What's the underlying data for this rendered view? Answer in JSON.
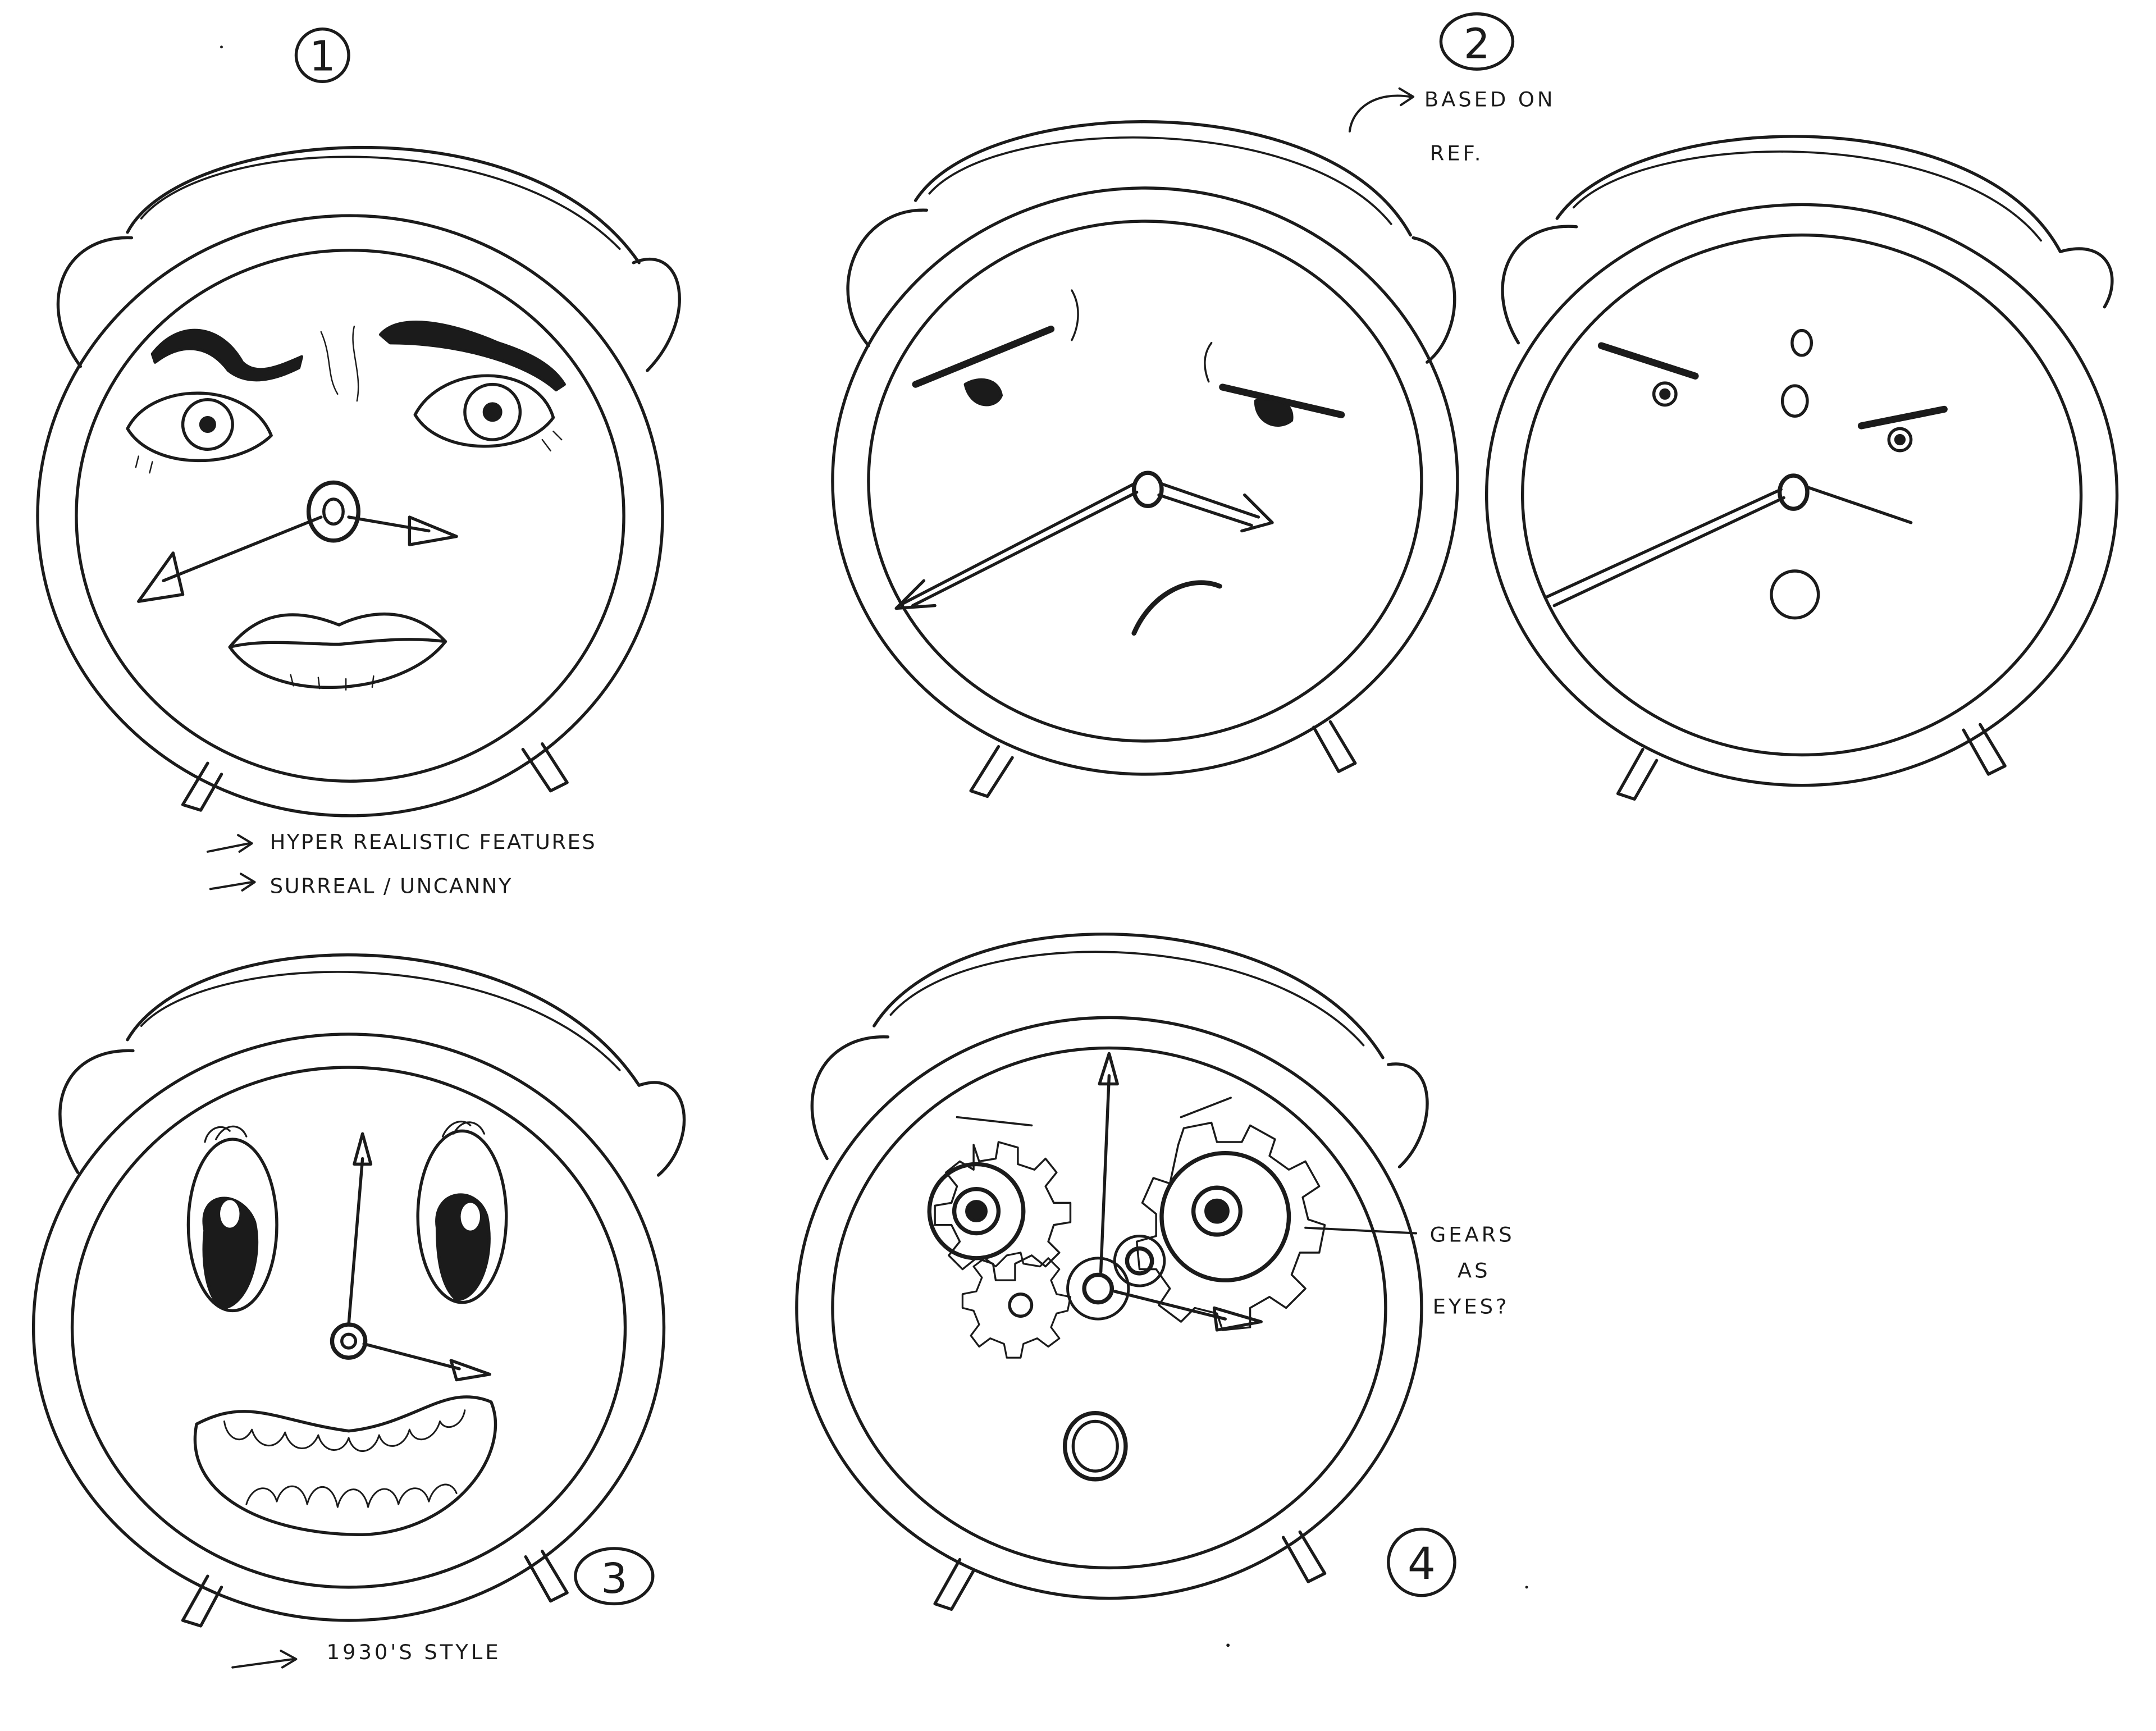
{
  "sketch_labels": {
    "number_1": "1",
    "number_2": "2",
    "number_3": "3",
    "number_4": "4"
  },
  "notes": {
    "based_on_line1": "BASED ON",
    "based_on_line2": "REF.",
    "hyper": "HYPER REALISTIC FEATURES",
    "surreal": "SURREAL / UNCANNY",
    "style_1930": "1930'S STYLE",
    "gears_line1": "GEARS",
    "gears_line2": "AS",
    "gears_line3": "EYES?"
  },
  "colors": {
    "ink": "#1b1b1b",
    "paper": "#ffffff"
  }
}
